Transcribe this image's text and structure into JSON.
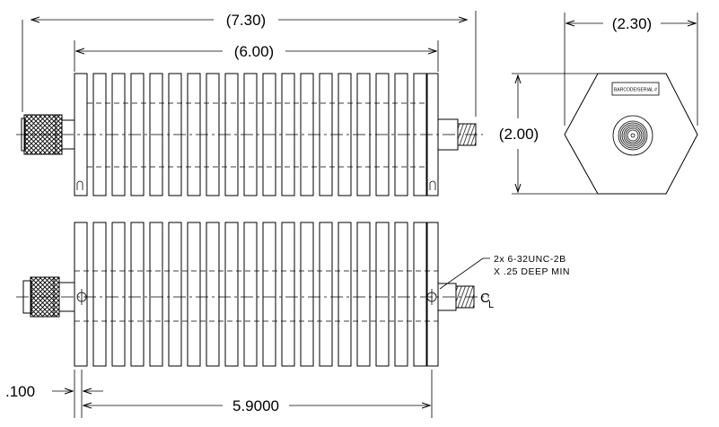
{
  "dimensions": {
    "overall_length": "(7.30)",
    "body_length": "(6.00)",
    "width": "(2.30)",
    "height": "(2.00)",
    "hole_offset": ".100",
    "hole_spacing": "5.9000"
  },
  "notes": {
    "thread_line1": "2x 6-32UNC-2B",
    "thread_line2": "X .25 DEEP MIN",
    "label": "BARCODE/SERIAL #",
    "centerline_symbol": "C",
    "centerline_sub": "L"
  }
}
